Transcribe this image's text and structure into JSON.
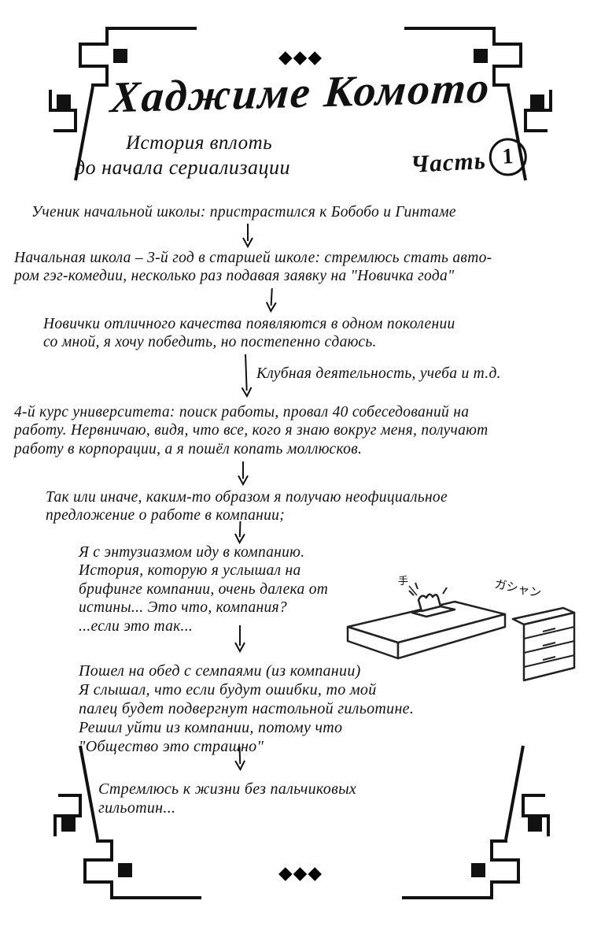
{
  "page": {
    "top_divider": "◆◆◆",
    "bottom_divider": "◆◆◆",
    "colors": {
      "ink": "#111111",
      "paper": "#ffffff"
    }
  },
  "header": {
    "title": "Хаджиме Комото",
    "subtitle_line1": "История вплоть",
    "subtitle_line2": "до начала сериализации",
    "part_label": "Часть",
    "part_number": "1"
  },
  "flow": {
    "steps": [
      {
        "text": "Ученик начальной школы: пристрастился к Бобобо и Гинтаме"
      },
      {
        "text": "Начальная школа – 3-й год в старшей школе: стремлюсь стать авто-\nром гэг-комедии, несколько раз подавая заявку на \"Новичка года\""
      },
      {
        "text": "Новички отличного качества появляются в одном поколении\nсо мной, я хочу победить, но постепенно сдаюсь."
      },
      {
        "text": "4-й курс университета: поиск работы, провал 40 собеседований на\nработу. Нервничаю, видя, что все, кого я знаю вокруг меня, получают\nработу в корпорации, а я пошёл копать моллюсков."
      },
      {
        "text": "Так или иначе, каким-то образом я получаю неофициальное\nпредложение о работе в компании;"
      },
      {
        "text": "Я с энтузиазмом иду в компанию.\nИстория, которую я услышал на\nбрифинге компании, очень далека от\nистины... Это что, компания?\n...если это так..."
      },
      {
        "text": "Пошел на обед с семпаями (из компании)\nЯ слышал, что если будут ошибки, то мой\nпалец будет подвергнут настольной гильотине.\nРешил уйти из компании, потому что\n\"Общество это страшно\""
      },
      {
        "text": "Стремлюсь к жизни без пальчиковых\nгильотин..."
      }
    ],
    "arrow_note": "Клубная деятельность, учеба и т.д."
  },
  "sketch": {
    "hand_label": "手",
    "sound_effect": "ガシャン"
  }
}
